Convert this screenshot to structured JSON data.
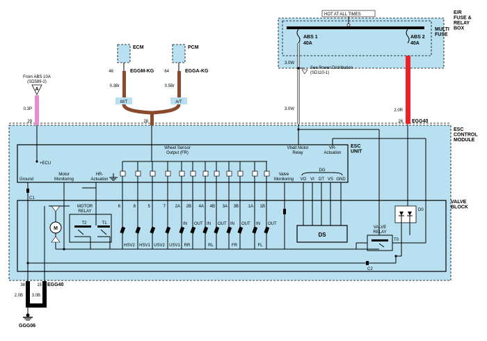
{
  "fuse_box": {
    "hot_label": "HOT AT ALL TIMES",
    "title": "E/R FUSE & RELAY BOX",
    "multi_fuse": "MULTI FUSE",
    "fuse1_name": "ABS 1",
    "fuse1_amp": "40A",
    "fuse2_name": "ABS 2",
    "fuse2_amp": "40A",
    "see_power": "See Power Distribution",
    "see_power_ref": "(SD110-1)"
  },
  "ecm": {
    "label": "ECM",
    "pin": "46",
    "wire_id": "EGGM-KG",
    "wire": "0.3Br",
    "variant": "M/T"
  },
  "pcm": {
    "label": "PCM",
    "pin": "64",
    "wire_id": "EGGA-KG",
    "wire": "0.5Br",
    "variant": "A/T"
  },
  "abs_src": {
    "from_label": "From ABS 10A",
    "ref": "(SD589-2)",
    "pin_letter": "A",
    "wire": "0.3P",
    "pin": "29"
  },
  "wires": {
    "center_pin": "28",
    "vbatt_wire_top": "3.0W",
    "vbatt_wire_bottom": "3.0W",
    "abs2_wire": "2.0R",
    "right_pin": "26",
    "connector": "EGG40"
  },
  "module": {
    "title": "ESC CONTROL MODULE"
  },
  "unit": {
    "title": "ESC UNIT",
    "ecu": "+ECU",
    "wheel_sensor": "Wheel Sensor",
    "output_fr": "Output (FR)",
    "vbatt_motor": "Vbatt Motor",
    "relay": "Relay",
    "vr": "VR-",
    "actuation": "Actuation",
    "ground": "Ground",
    "motor_mon1": "Motor",
    "motor_mon2": "Monitoring",
    "hr1": "HR-",
    "hr2": "Actuation",
    "valve_mon1": "Valve",
    "valve_mon2": "Monitoring",
    "dg": "DG",
    "dg_pins": [
      "VO",
      "VI",
      "DT",
      "VS",
      "GND"
    ]
  },
  "valve_block": {
    "title": "VALVE BLOCK",
    "c1": "C1",
    "c2": "C2",
    "motor_relay1": "MOTOR",
    "motor_relay2": "RELAY",
    "t2": "T2",
    "t1": "T1",
    "pin_numbers": [
      "6",
      "8",
      "5",
      "7",
      "2A",
      "2B",
      "4A",
      "4B",
      "3A",
      "3B",
      "1A",
      "1B"
    ],
    "in_out": [
      "IN",
      "OUT",
      "IN",
      "OUT",
      "IN",
      "OUT",
      "IN",
      "OUT"
    ],
    "valves": [
      "HSV2",
      "HSV1",
      "USV2",
      "USV1",
      "RR",
      "RL",
      "FR",
      "FL"
    ],
    "ds": "DS",
    "valve_relay1": "VALVE",
    "valve_relay2": "RELAY",
    "t0": "T0",
    "d0": "D0",
    "motor_symbol": "M"
  },
  "ground": {
    "pin_left": "38",
    "pin_right": "15",
    "connector": "EGG40",
    "wire_left": "2.0B",
    "wire_right": "3.0B",
    "ground_id": "GGG06"
  }
}
